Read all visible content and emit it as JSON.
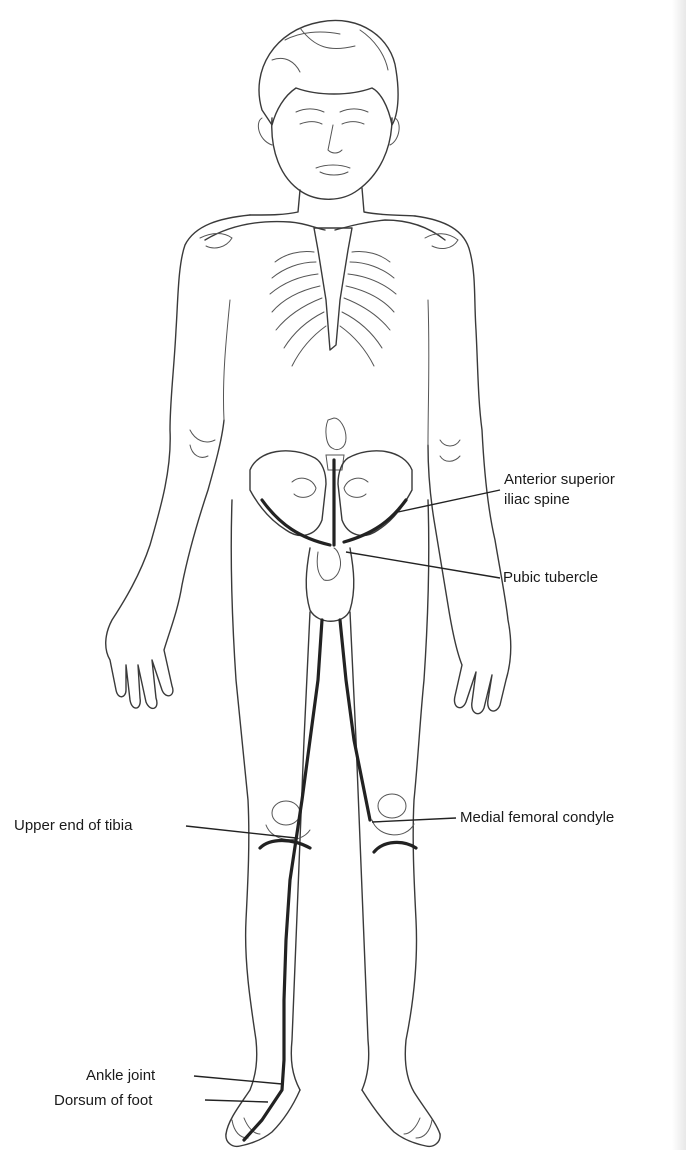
{
  "labels": {
    "anterior_superior_iliac_spine_line1": "Anterior superior",
    "anterior_superior_iliac_spine_line2": "iliac spine",
    "pubic_tubercle": "Pubic tubercle",
    "upper_end_of_tibia": "Upper end of tibia",
    "medial_femoral_condyle": "Medial femoral condyle",
    "ankle_joint": "Ankle joint",
    "dorsum_of_foot": "Dorsum of foot"
  },
  "colors": {
    "line": "#222222",
    "background": "#ffffff"
  }
}
